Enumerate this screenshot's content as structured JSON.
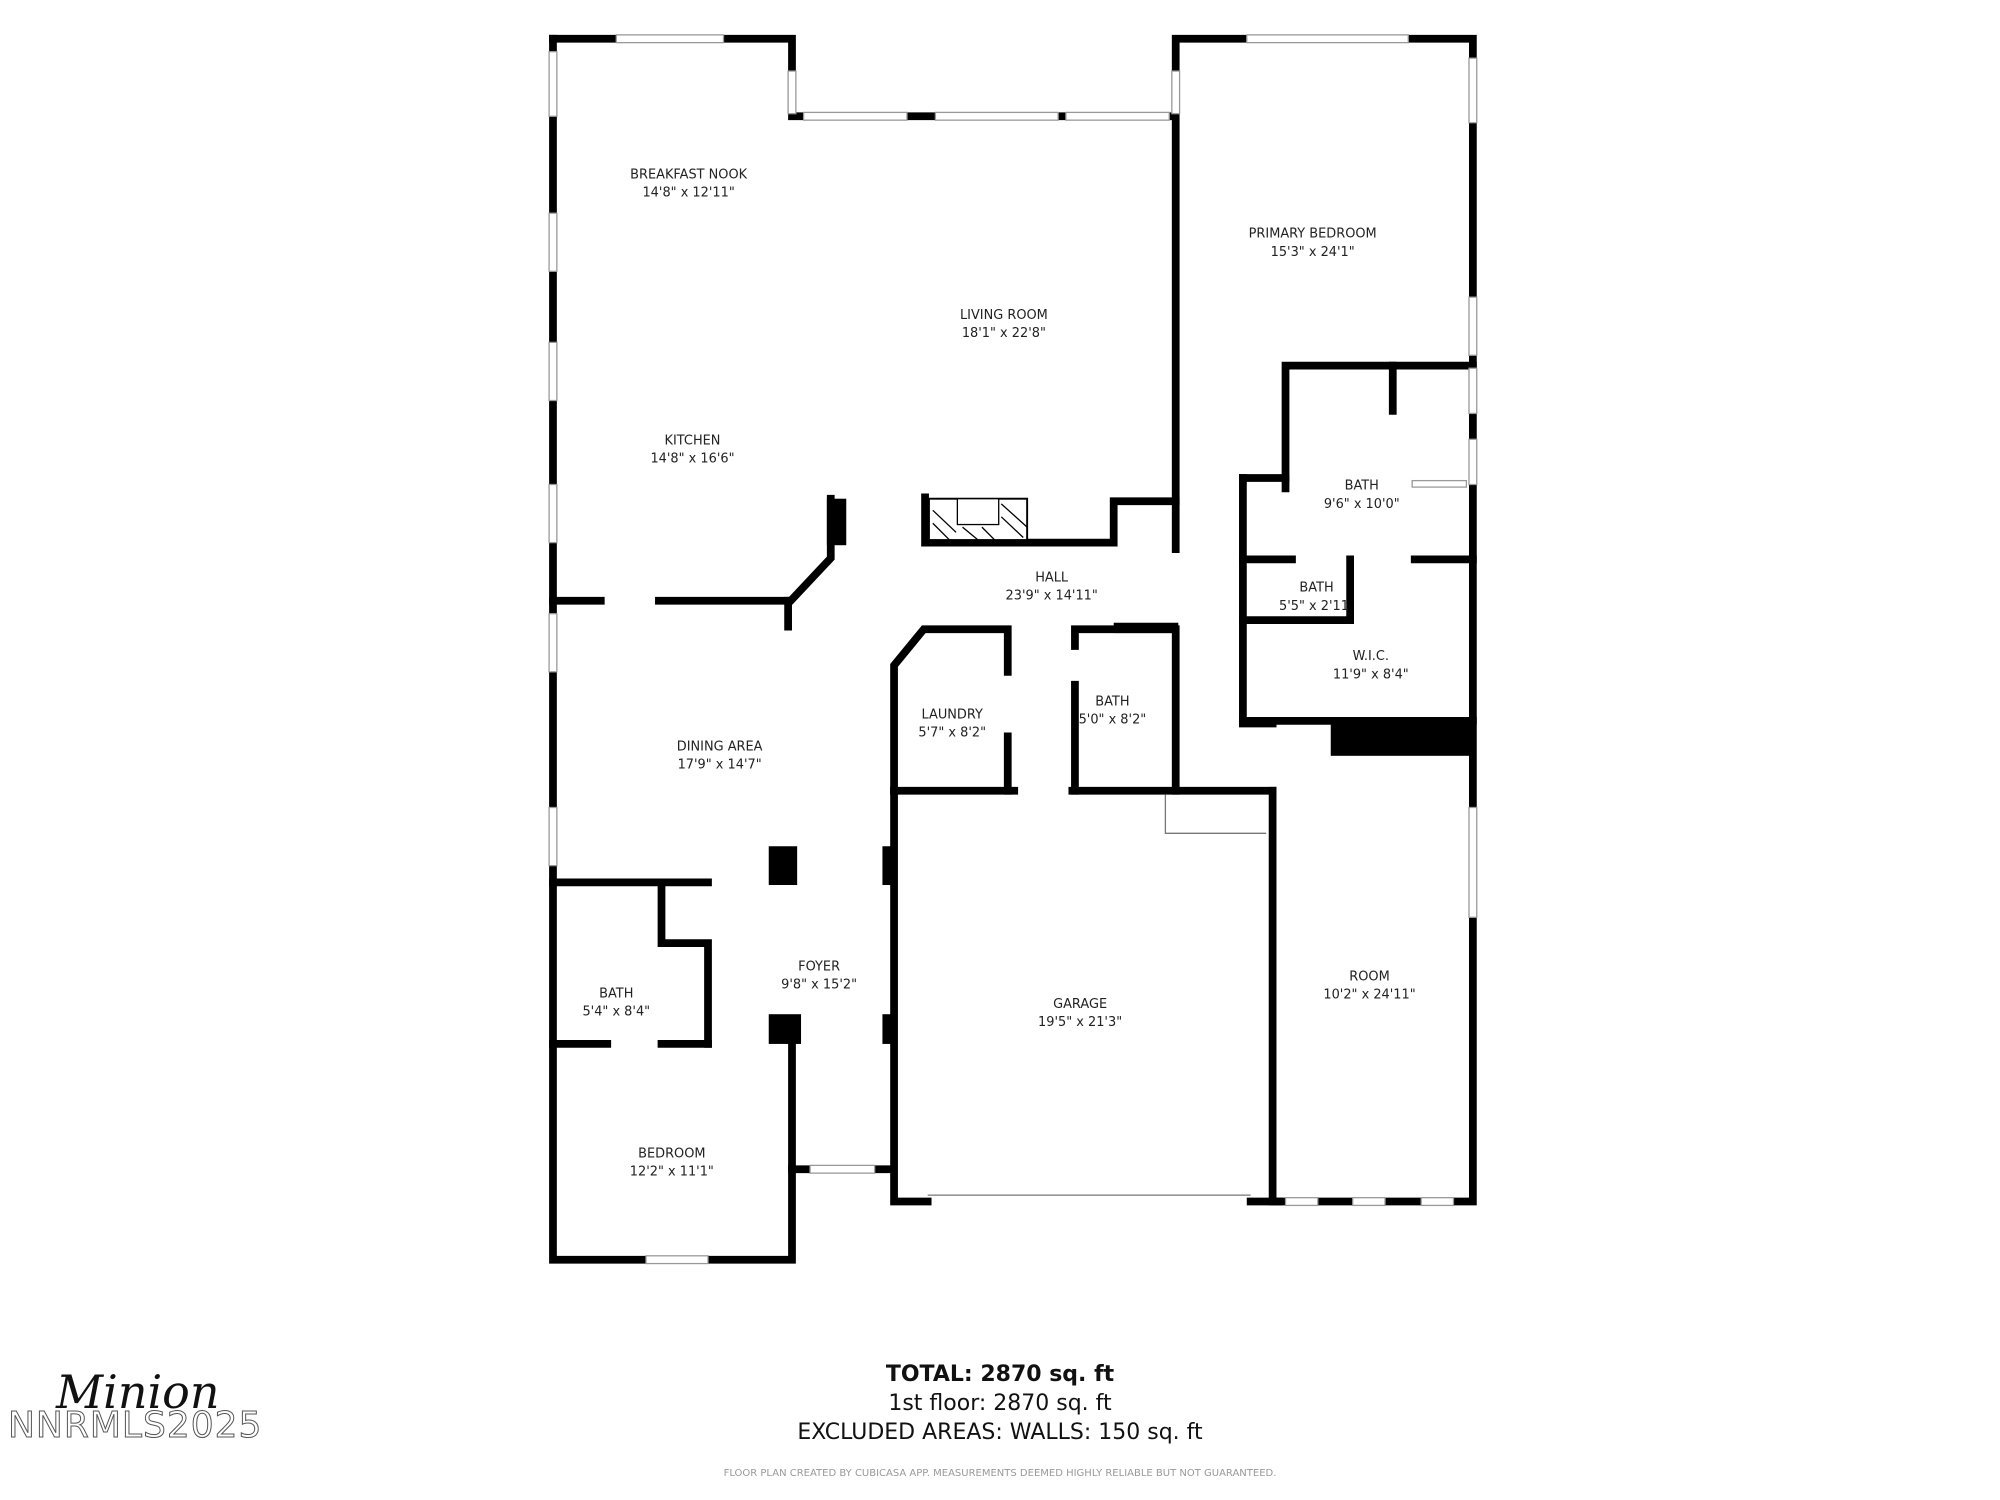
{
  "rooms": [
    {
      "name": "BREAKFAST NOOK",
      "size": "14'8\" x 12'11\""
    },
    {
      "name": "LIVING ROOM",
      "size": "18'1\" x 22'8\""
    },
    {
      "name": "PRIMARY BEDROOM",
      "size": "15'3\" x 24'1\""
    },
    {
      "name": "KITCHEN",
      "size": "14'8\" x 16'6\""
    },
    {
      "name": "BATH",
      "size": "9'6\" x 10'0\""
    },
    {
      "name": "HALL",
      "size": "23'9\" x 14'11\""
    },
    {
      "name": "BATH",
      "size": "5'5\" x 2'11"
    },
    {
      "name": "W.I.C.",
      "size": "11'9\" x 8'4\""
    },
    {
      "name": "LAUNDRY",
      "size": "5'7\" x 8'2\""
    },
    {
      "name": "BATH",
      "size": "5'0\" x 8'2\""
    },
    {
      "name": "DINING AREA",
      "size": "17'9\" x 14'7\""
    },
    {
      "name": "FOYER",
      "size": "9'8\" x 15'2\""
    },
    {
      "name": "BATH",
      "size": "5'4\" x 8'4\""
    },
    {
      "name": "GARAGE",
      "size": "19'5\" x 21'3\""
    },
    {
      "name": "ROOM",
      "size": "10'2\" x 24'11\""
    },
    {
      "name": "BEDROOM",
      "size": "12'2\" x 11'1\""
    }
  ],
  "summary": {
    "total": "TOTAL: 2870 sq. ft",
    "floor1": "1st floor: 2870 sq. ft",
    "excluded": "EXCLUDED AREAS: WALLS: 150 sq. ft",
    "disclaimer": "FLOOR PLAN CREATED BY CUBICASA APP. MEASUREMENTS DEEMED HIGHLY RELIABLE BUT NOT GUARANTEED."
  },
  "logo": {
    "script": "Minion",
    "watermark": "NNRMLS2025"
  }
}
